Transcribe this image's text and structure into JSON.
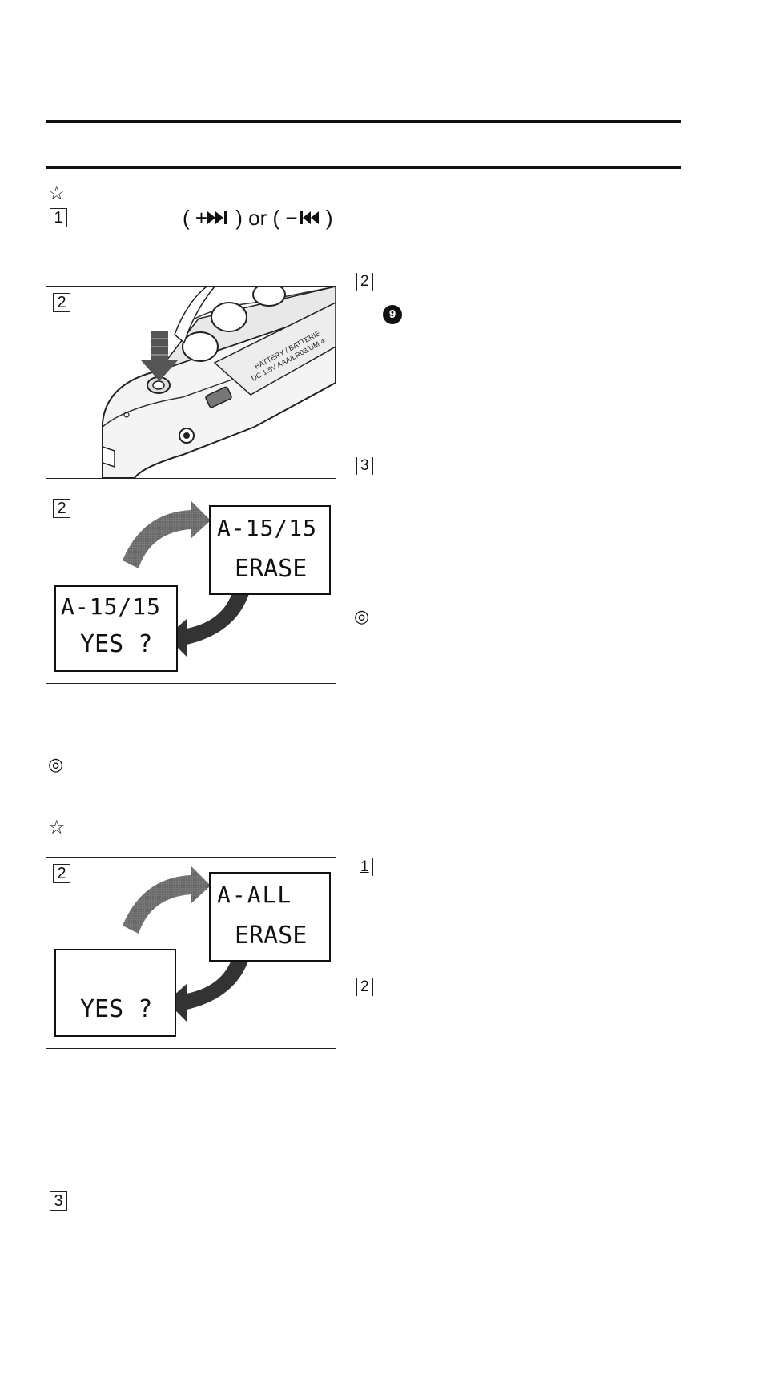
{
  "section": {
    "star_top": "☆",
    "star_bottom": "☆",
    "double_circle_1": "◎",
    "double_circle_2": "◎"
  },
  "step1": {
    "num": "1",
    "text_part1": "( +",
    "text_part2": " ) or ( −",
    "text_part3": " )"
  },
  "side_labels": {
    "r2_a": "2",
    "r9": "9",
    "r3": "3",
    "r1_b": "1",
    "r2_b": "2",
    "left3": "3"
  },
  "figure1": {
    "label": "2",
    "device_text": "BATTERY / BATTERIE DC 1.5V AAA/LR03/UM-4"
  },
  "figure2": {
    "label": "2",
    "lcd_top_line1": "A-15/15",
    "lcd_top_line2": "ERASE",
    "lcd_bottom_line1": "A-15/15",
    "lcd_bottom_line2": "YES ?"
  },
  "figure3": {
    "label": "2",
    "lcd_top_line1": "A-ALL",
    "lcd_top_line2": "ERASE",
    "lcd_bottom_line2": "YES ?"
  }
}
